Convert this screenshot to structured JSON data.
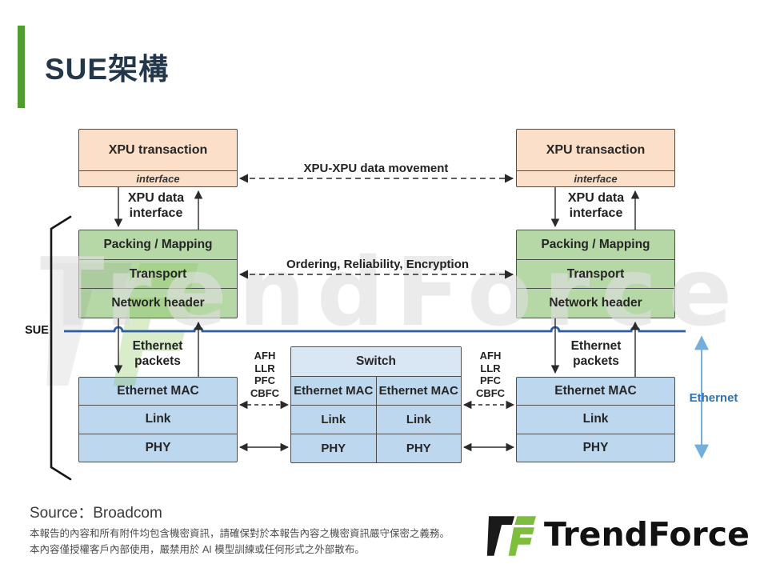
{
  "title": "SUE架構",
  "diagram": {
    "sue_label": "SUE",
    "xpu_box_title": "XPU transaction",
    "xpu_box_interface": "interface",
    "xpu_data_interface_line1": "XPU data",
    "xpu_data_interface_line2": "interface",
    "green_rows": [
      "Packing / Mapping",
      "Transport",
      "Network header"
    ],
    "ethernet_packets_line1": "Ethernet",
    "ethernet_packets_line2": "packets",
    "mac_rows": [
      "Ethernet MAC",
      "Link",
      "PHY"
    ],
    "switch_title": "Switch",
    "switch_rows": [
      "Ethernet MAC",
      "Link",
      "PHY"
    ],
    "flow_labels": {
      "afh": [
        "AFH",
        "LLR",
        "PFC",
        "CBFC"
      ]
    },
    "arrow_labels": {
      "xpu_xpu": "XPU-XPU data movement",
      "ordering": "Ordering, Reliability, Encryption"
    },
    "ethernet_label": "Ethernet",
    "colors": {
      "accent_green": "#4f9d2f",
      "title_navy": "#243649",
      "box_peach": "#fbdfc8",
      "box_green": "#b6d8a7",
      "box_blue": "#bdd7ee",
      "switch_header_blue": "#d9e7f4",
      "bus_line_blue": "#2e5ca6",
      "ethernet_text_blue": "#2e74b5",
      "logo_green": "#7dbf3c"
    }
  },
  "watermark": {
    "text": "TrendForce"
  },
  "footer": {
    "source": "Source：Broadcom",
    "disclaimer_line1": "本報告的內容和所有附件均包含機密資訊，請確保對於本報告內容之機密資訊嚴守保密之義務。",
    "disclaimer_line2": "本內容僅授權客戶內部使用，嚴禁用於 AI 模型訓練或任何形式之外部散布。",
    "logo_text": "TrendForce"
  }
}
